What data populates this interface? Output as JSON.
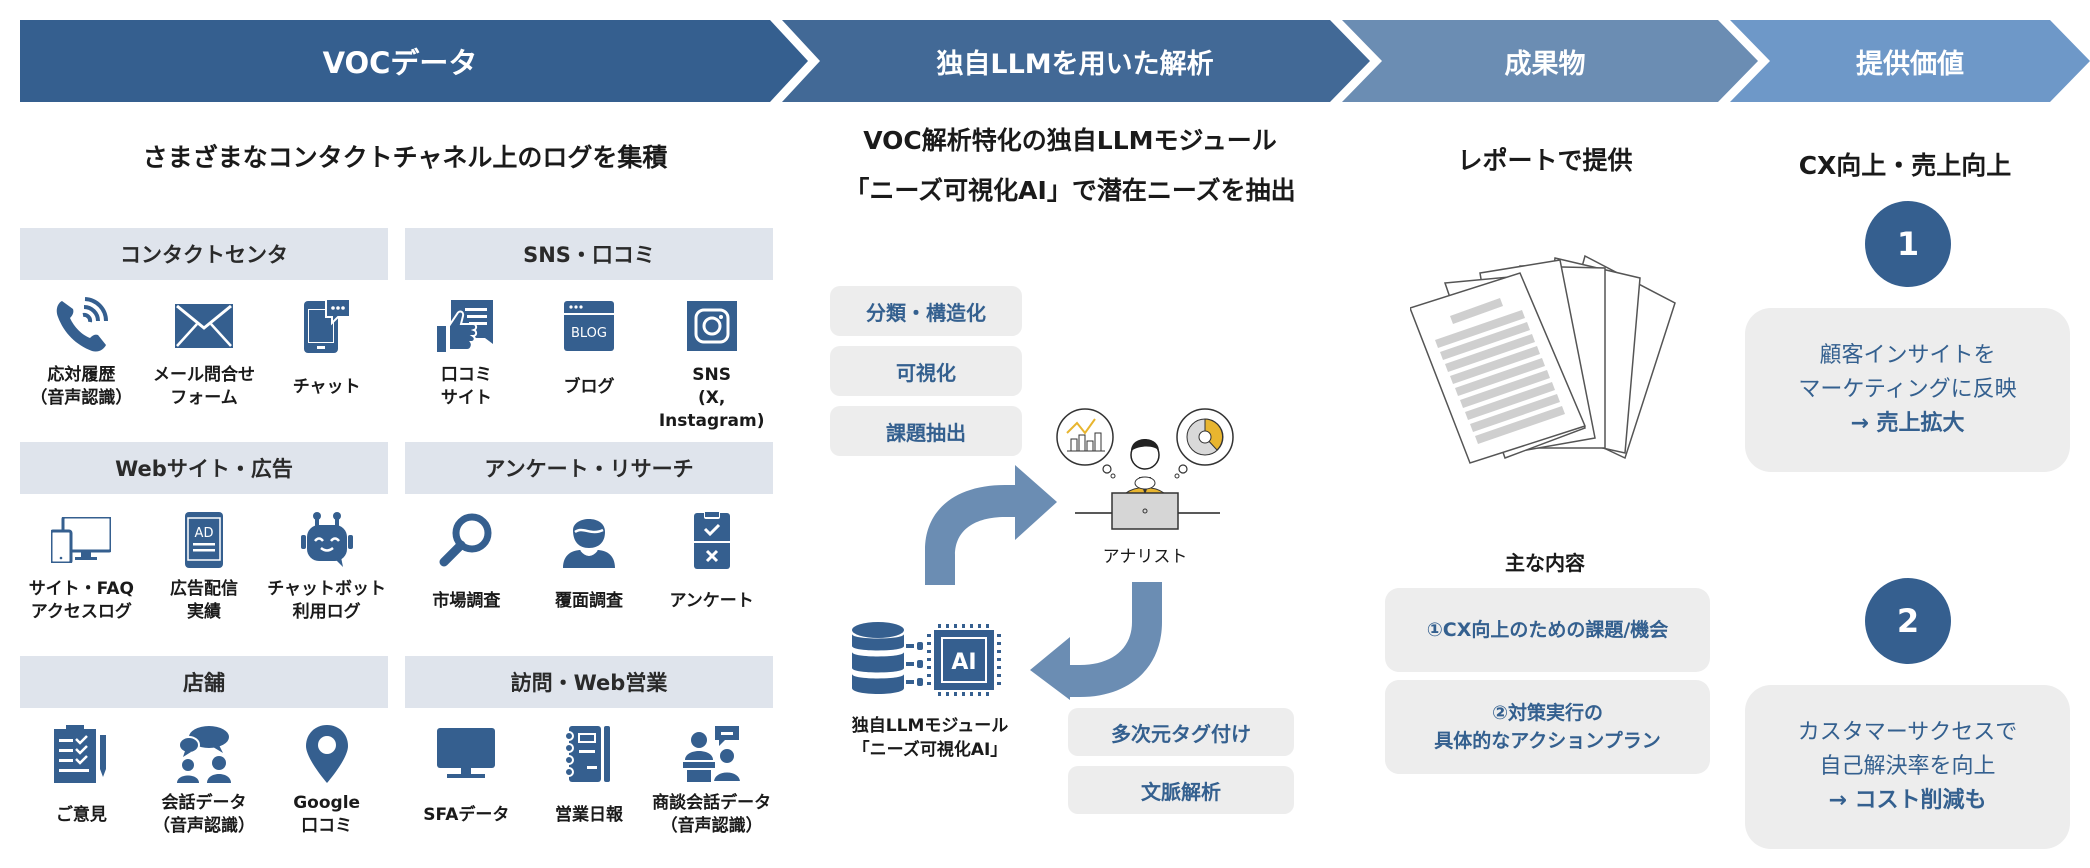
{
  "header": {
    "steps": [
      {
        "label": "VOCデータ",
        "color": "#355f8f"
      },
      {
        "label": "独自LLMを用いた解析",
        "color": "#426996"
      },
      {
        "label": "成果物",
        "color": "#6b8db3"
      },
      {
        "label": "提供価値",
        "color": "#6e98c8"
      }
    ]
  },
  "voc": {
    "subtitle": "さまざまなコンタクトチャネル上のログを集積",
    "categories": [
      {
        "title": "コンタクトセンタ",
        "items": [
          {
            "icon": "phone-icon",
            "label": "応対履歴\n（音声認識）"
          },
          {
            "icon": "mail-icon",
            "label": "メール問合せ\nフォーム"
          },
          {
            "icon": "chat-phone-icon",
            "label": "チャット"
          }
        ]
      },
      {
        "title": "SNS・口コミ",
        "items": [
          {
            "icon": "thumbs-up-review-icon",
            "label": "口コミ\nサイト"
          },
          {
            "icon": "blog-icon",
            "label": "ブログ"
          },
          {
            "icon": "instagram-icon",
            "label": "SNS\n(X, Instagram)"
          }
        ]
      },
      {
        "title": "Webサイト・広告",
        "items": [
          {
            "icon": "devices-icon",
            "label": "サイト・FAQ\nアクセスログ"
          },
          {
            "icon": "ad-icon",
            "label": "広告配信\n実績"
          },
          {
            "icon": "chatbot-icon",
            "label": "チャットボット\n利用ログ"
          }
        ]
      },
      {
        "title": "アンケート・リサーチ",
        "items": [
          {
            "icon": "magnifier-icon",
            "label": "市場調査"
          },
          {
            "icon": "person-icon",
            "label": "覆面調査"
          },
          {
            "icon": "survey-clipboard-icon",
            "label": "アンケート"
          }
        ]
      },
      {
        "title": "店舗",
        "items": [
          {
            "icon": "feedback-clipboard-icon",
            "label": "ご意見"
          },
          {
            "icon": "conversation-icon",
            "label": "会話データ\n（音声認識）"
          },
          {
            "icon": "map-pin-icon",
            "label": "Google\n口コミ"
          }
        ]
      },
      {
        "title": "訪問・Web営業",
        "items": [
          {
            "icon": "monitor-icon",
            "label": "SFAデータ"
          },
          {
            "icon": "notebook-icon",
            "label": "営業日報"
          },
          {
            "icon": "meeting-icon",
            "label": "商談会話データ\n（音声認識）"
          }
        ]
      }
    ]
  },
  "analysis": {
    "subtitle_line1": "VOC解析特化の独自LLMモジュール",
    "subtitle_line2": "「ニーズ可視化AI」で潜在ニーズを抽出",
    "pills_top": [
      "分類・構造化",
      "可視化",
      "課題抽出"
    ],
    "pills_bottom": [
      "多次元タグ付け",
      "文脈解析"
    ],
    "analyst_label": "アナリスト",
    "module_label_line1": "独自LLMモジュール",
    "module_label_line2": "「ニーズ可視化AI」",
    "chip_text": "AI"
  },
  "deliverable": {
    "subtitle": "レポートで提供",
    "contents_title": "主な内容",
    "contents": [
      "①CX向上のための課題/機会",
      "②対策実行の\n具体的なアクションプラン"
    ]
  },
  "value": {
    "subtitle": "CX向上・売上向上",
    "items": [
      {
        "number": "1",
        "line1": "顧客インサイトを",
        "line2": "マーケティングに反映",
        "result": "→ 売上拡大"
      },
      {
        "number": "2",
        "line1": "カスタマーサクセスで",
        "line2": "自己解決率を向上",
        "result": "→ コスト削減も"
      }
    ]
  },
  "colors": {
    "primary": "#355f8f",
    "arrow": "#6b8db3",
    "pill_bg": "#ededed",
    "category_bg": "#dfe4ec",
    "accent_yellow": "#e8b52f"
  }
}
